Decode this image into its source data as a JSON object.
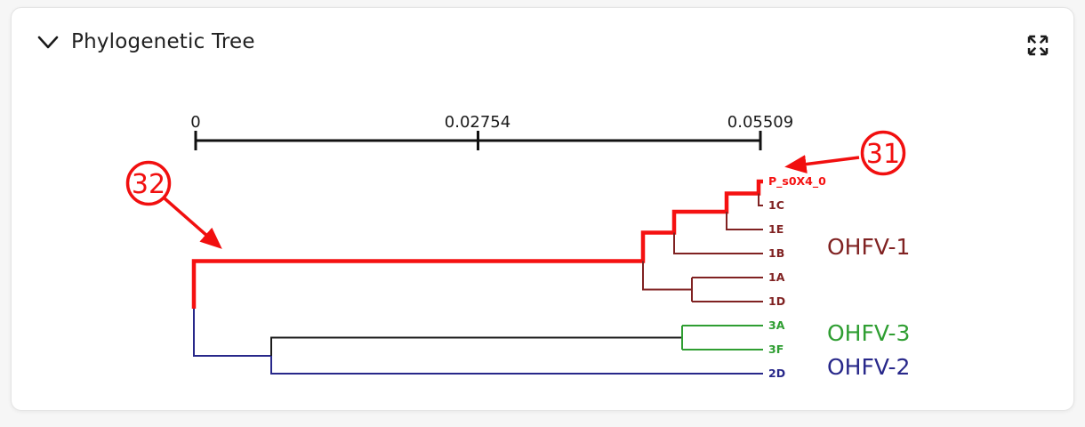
{
  "panel": {
    "title": "Phylogenetic Tree",
    "collapse_icon": "chevron-down",
    "fullscreen_icon": "expand-arrows"
  },
  "scale_bar": {
    "tick_labels": [
      "0",
      "0.02754",
      "0.05509"
    ],
    "min": 0,
    "max": 0.05509,
    "color": "#111111"
  },
  "tree": {
    "newick": "(((((P_s0X4_0,1C),1E),1B),(1A,1D)),((3A,3F),2D))",
    "highlighted_path_to": "P_s0X4_0",
    "colors": {
      "highlight": "#f51111",
      "ohfv1": "#802222",
      "ohfv2": "#28288a",
      "ohfv3": "#2f9e32",
      "connector": "#1b1b1b"
    },
    "leaves": [
      {
        "label": "P_s0X4_0",
        "color": "#f51111"
      },
      {
        "label": "1C",
        "color": "#802222"
      },
      {
        "label": "1E",
        "color": "#802222"
      },
      {
        "label": "1B",
        "color": "#802222"
      },
      {
        "label": "1A",
        "color": "#802222"
      },
      {
        "label": "1D",
        "color": "#802222"
      },
      {
        "label": "3A",
        "color": "#2f9e32"
      },
      {
        "label": "3F",
        "color": "#2f9e32"
      },
      {
        "label": "2D",
        "color": "#28288a"
      }
    ],
    "clade_labels": [
      {
        "label": "OHFV-1",
        "color": "#802222"
      },
      {
        "label": "OHFV-3",
        "color": "#2f9e32"
      },
      {
        "label": "OHFV-2",
        "color": "#28288a"
      }
    ]
  },
  "annotations": {
    "color": "#f10f0f",
    "marks": [
      {
        "label": "31",
        "target": "P_s0X4_0 tip branch"
      },
      {
        "label": "32",
        "target": "OHFV-1 clade main branch"
      }
    ]
  }
}
